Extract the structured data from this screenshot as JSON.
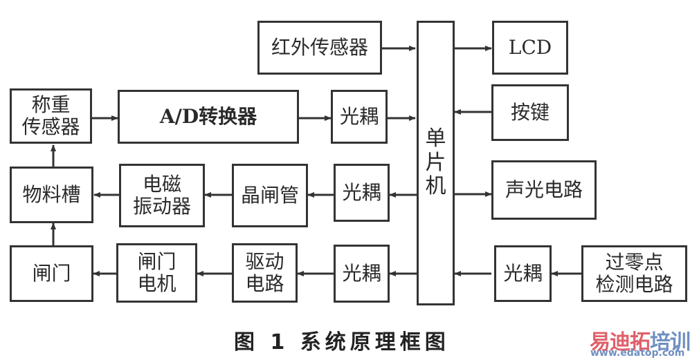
{
  "blocks": {
    "ir_sensor": "红外传感器",
    "lcd": "LCD",
    "weigh_sensor": "称重\n传感器",
    "ad_converter": "A/D转换器",
    "opto_1": "光耦",
    "mcu": "单\n片\n机",
    "keys": "按键",
    "hopper": "物料槽",
    "em_vibrator": "电磁\n振动器",
    "thyristor": "晶闸管",
    "opto_2": "光耦",
    "sound_light": "声光电路",
    "gate": "闸门",
    "gate_motor": "闸门\n电机",
    "driver": "驱动\n电路",
    "opto_3": "光耦",
    "opto_4": "光耦",
    "zero_cross": "过零点\n检测电路"
  },
  "caption": "图 1   系统原理框图",
  "watermark": {
    "part_red": "易迪拓",
    "part_blue": "培训",
    "url": "www.edatop.com",
    "color_red": "#e0606a",
    "color_blue": "#6f8fc0"
  }
}
